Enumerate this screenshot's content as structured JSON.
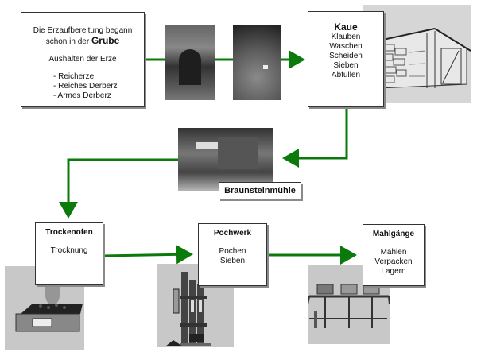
{
  "diagram": {
    "accent_color": "#0a7a0a",
    "grube": {
      "intro_line1": "Die Erzaufbereitung begann",
      "intro_line2_prefix": "schon in der ",
      "intro_line2_bold": "Grube",
      "subtitle": "Aushalten der Erze",
      "items": [
        "- Reicherze",
        "- Reiches Derberz",
        "- Armes Derberz"
      ]
    },
    "kaue": {
      "title": "Kaue",
      "items": [
        "Klauben",
        "Waschen",
        "Scheiden",
        "Sieben",
        "Abfüllen"
      ]
    },
    "braunsteinmuehle": {
      "label": "Braunsteinmühle"
    },
    "trockenofen": {
      "title": "Trockenofen",
      "items": [
        "Trocknung"
      ]
    },
    "pochwerk": {
      "title": "Pochwerk",
      "items": [
        "Pochen",
        "Sieben"
      ]
    },
    "mahlgaenge": {
      "title": "Mahlgänge",
      "items": [
        "Mahlen",
        "Verpacken",
        "Lagern"
      ]
    },
    "images": {
      "mine_tunnel": "mine-tunnel-photo",
      "ore_pile": "ore-pile-photo",
      "kaue_shed": "kaue-shed-sketch",
      "mill_building": "mill-building-photo",
      "drying_oven": "drying-oven-illustration",
      "stamp_mill": "stamp-mill-illustration",
      "grinding_mills": "grinding-mills-illustration"
    }
  }
}
